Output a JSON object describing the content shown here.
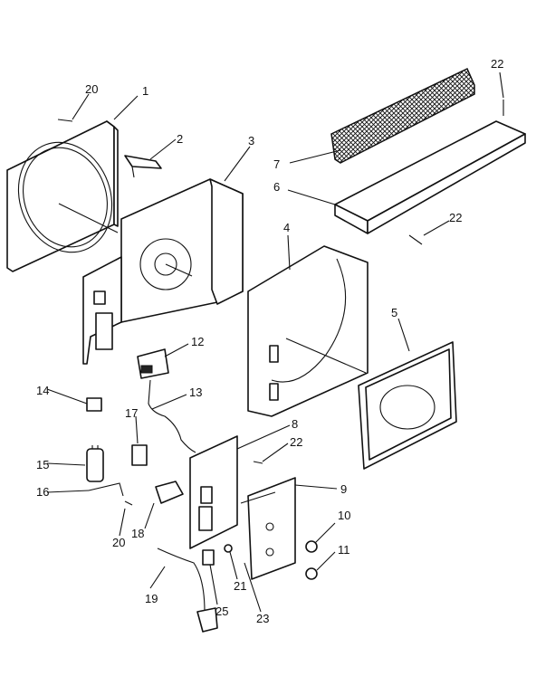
{
  "callouts": {
    "c1": "1",
    "c2": "2",
    "c3": "3",
    "c4": "4",
    "c5": "5",
    "c6": "6",
    "c7": "7",
    "c8": "8",
    "c9": "9",
    "c10": "10",
    "c11": "11",
    "c12": "12",
    "c13": "13",
    "c14": "14",
    "c15": "15",
    "c16": "16",
    "c17": "17",
    "c18": "18",
    "c19": "19",
    "c20a": "20",
    "c20b": "20",
    "c21": "21",
    "c22a": "22",
    "c22b": "22",
    "c22c": "22",
    "c23": "23",
    "c25": "25"
  },
  "colors": {
    "line": "#111111",
    "background": "#ffffff"
  }
}
